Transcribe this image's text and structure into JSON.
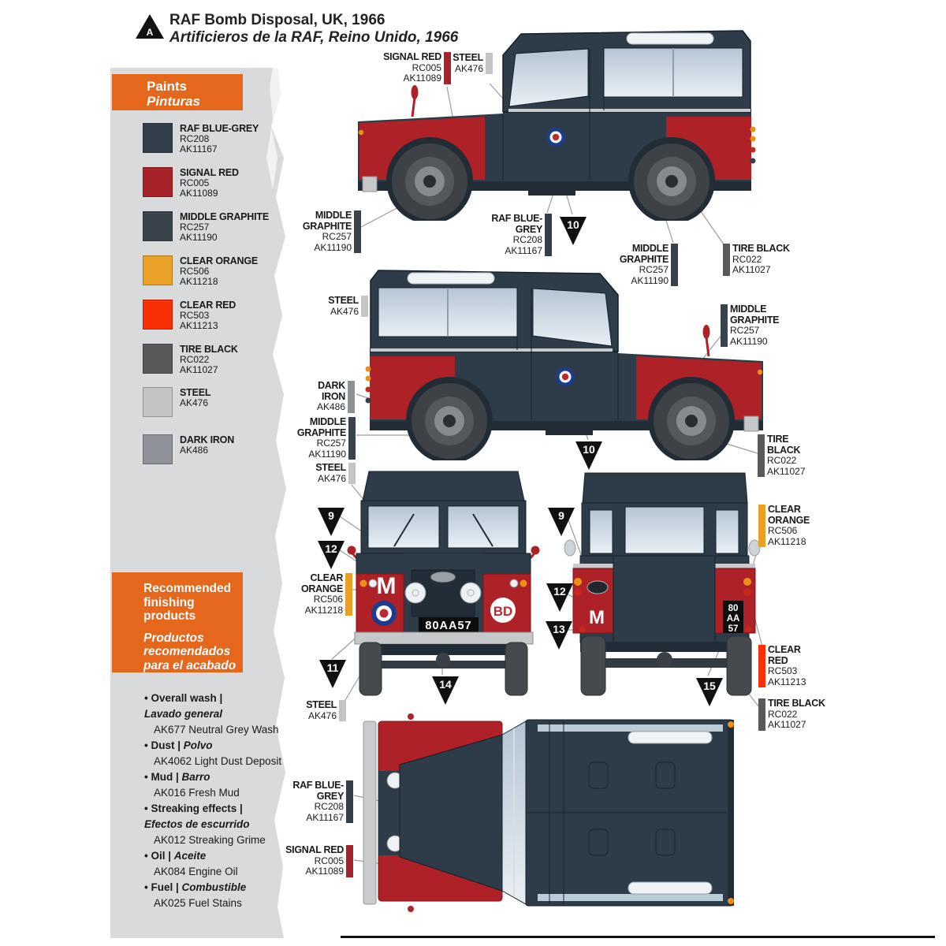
{
  "page": {
    "marker_letter": "A",
    "title_en": "RAF Bomb Disposal, UK, 1966",
    "title_es": "Artificieros de la RAF, Reino Unido, 1966"
  },
  "paints": {
    "header_en": "Paints",
    "header_es": "Pinturas",
    "swatches": [
      {
        "name": "RAF BLUE-GREY",
        "code1": "RC208",
        "code2": "AK11167",
        "color": "#333e4b"
      },
      {
        "name": "SIGNAL RED",
        "code1": "RC005",
        "code2": "AK11089",
        "color": "#a72329"
      },
      {
        "name": "MIDDLE GRAPHITE",
        "code1": "RC257",
        "code2": "AK11190",
        "color": "#3a424b"
      },
      {
        "name": "CLEAR ORANGE",
        "code1": "RC506",
        "code2": "AK11218",
        "color": "#e9a026"
      },
      {
        "name": "CLEAR RED",
        "code1": "RC503",
        "code2": "AK11213",
        "color": "#fb2f05"
      },
      {
        "name": "TIRE BLACK",
        "code1": "RC022",
        "code2": "AK11027",
        "color": "#59595b"
      },
      {
        "name": "STEEL",
        "code1": "AK476",
        "code2": "",
        "color": "#c3c4c6"
      },
      {
        "name": "DARK IRON",
        "code1": "AK486",
        "code2": "",
        "color": "#8e9298"
      }
    ]
  },
  "finishing": {
    "header_en": "Recommended finishing products",
    "header_es": "Productos recomendados para el acabado",
    "items": [
      {
        "en": "• Overall wash |",
        "es": "Lavado general",
        "product": "AK677 Neutral Grey Wash"
      },
      {
        "en": "• Dust |",
        "es": "Polvo",
        "product": "AK4062 Light Dust Deposit"
      },
      {
        "en": "• Mud |",
        "es": "Barro",
        "product": "AK016 Fresh Mud"
      },
      {
        "en": "• Streaking effects |",
        "es": "Efectos de escurrido",
        "product": "AK012 Streaking Grime"
      },
      {
        "en": "• Oil |",
        "es": "Aceite",
        "product": "AK084 Engine Oil"
      },
      {
        "en": "• Fuel |",
        "es": "Combustible",
        "product": "AK025 Fuel Stains"
      }
    ]
  },
  "decals": {
    "side1": "10",
    "side2": "10",
    "front": [
      "9",
      "12",
      "11",
      "14"
    ],
    "rear": [
      "9",
      "12",
      "13",
      "15"
    ]
  },
  "vehicle": {
    "front_plate": "80AA57",
    "rear_plate_l1": "80",
    "rear_plate_l2": "AA",
    "rear_plate_l3": "57",
    "wing_letter": "M",
    "nose_badge": "BD"
  }
}
